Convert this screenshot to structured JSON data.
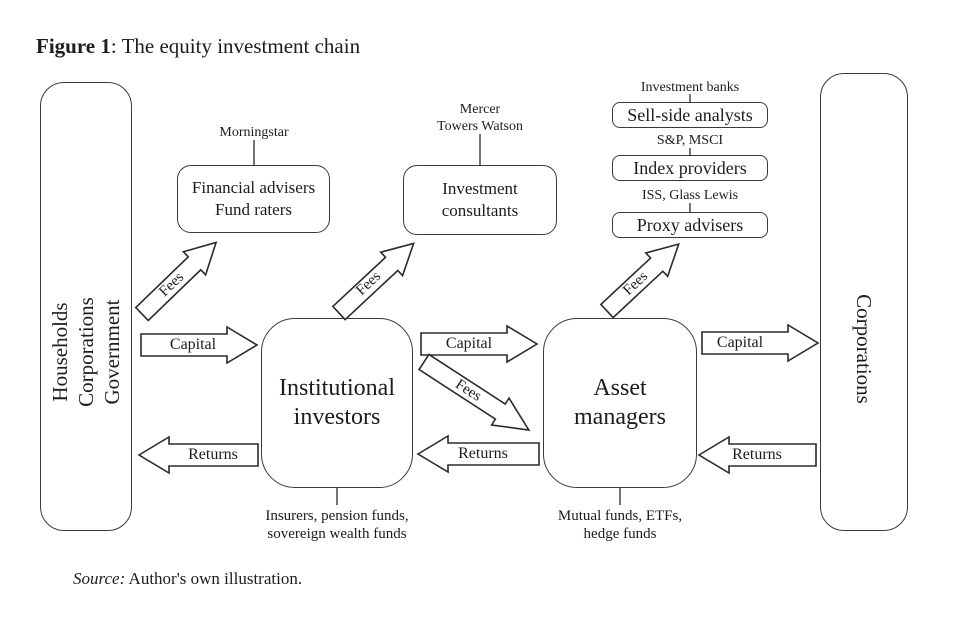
{
  "figure": {
    "title_bold": "Figure 1",
    "title_rest": ": The equity investment chain",
    "source_italic": "Source:",
    "source_rest": " Author's own illustration."
  },
  "left_box": {
    "line1": "Households",
    "line2": "Corporations",
    "line3": "Government"
  },
  "right_box": {
    "label": "Corporations"
  },
  "advisers": {
    "tag": "Morningstar",
    "line1": "Financial advisers",
    "line2": "Fund raters"
  },
  "consultants": {
    "tag_line1": "Mercer",
    "tag_line2": "Towers Watson",
    "line1": "Investment",
    "line2": "consultants"
  },
  "sell_side": {
    "tag": "Investment banks",
    "label": "Sell-side analysts"
  },
  "index_providers": {
    "tag": "S&P, MSCI",
    "label": "Index providers"
  },
  "proxy_advisers": {
    "tag": "ISS, Glass Lewis",
    "label": "Proxy advisers"
  },
  "institutional": {
    "line1": "Institutional",
    "line2": "investors",
    "note_line1": "Insurers, pension funds,",
    "note_line2": "sovereign wealth funds"
  },
  "asset_managers": {
    "line1": "Asset",
    "line2": "managers",
    "note_line1": "Mutual funds, ETFs,",
    "note_line2": "hedge funds"
  },
  "flows": {
    "capital": "Capital",
    "returns": "Returns",
    "fees": "Fees"
  },
  "colors": {
    "ink": "#2b2b2b",
    "background": "#ffffff"
  }
}
